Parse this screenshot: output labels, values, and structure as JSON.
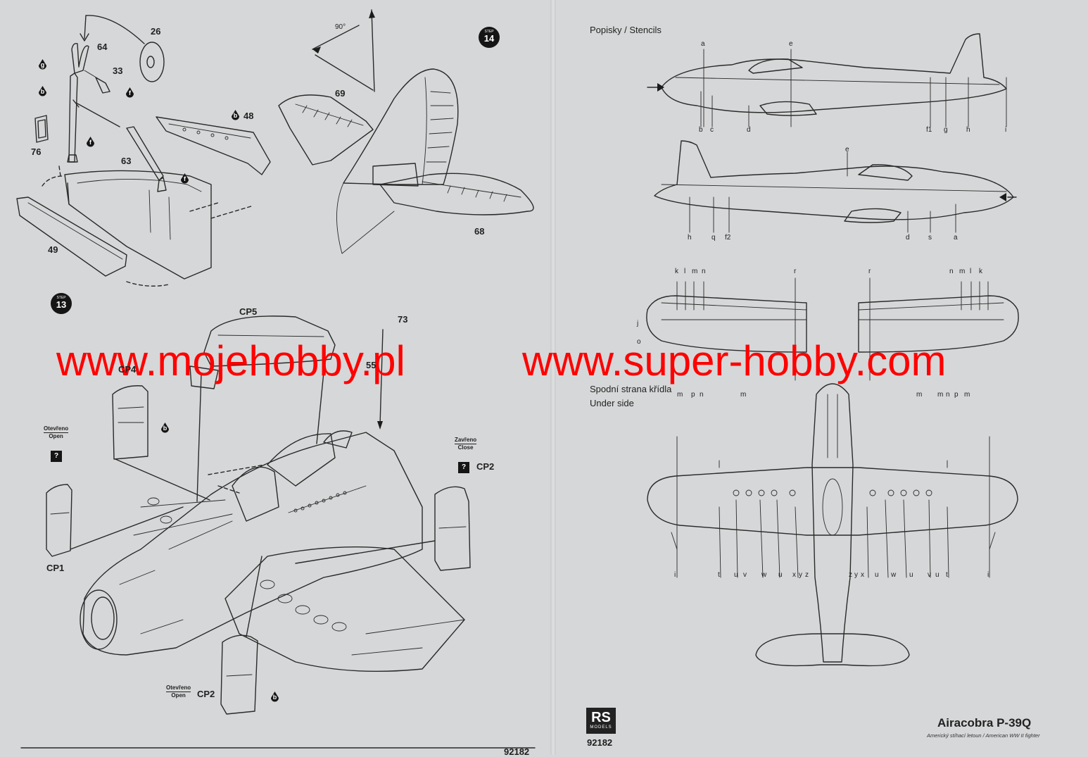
{
  "watermark": {
    "left": "www.mojehobby.pl",
    "right": "www.super-hobby.com",
    "color": "#ff0000"
  },
  "steps": {
    "step13": "13",
    "step14": "14",
    "word": "STEP"
  },
  "part_numbers": {
    "p26": "26",
    "p64": "64",
    "p33": "33",
    "p76": "76",
    "p63": "63",
    "p48": "48",
    "p49": "49",
    "p69": "69",
    "p68": "68",
    "p73": "73",
    "p55": "55",
    "cp5": "CP5",
    "cp1": "CP1",
    "cp2_right": "CP2",
    "cp2_bottom": "CP2",
    "cp4": "CP4"
  },
  "paint_codes": [
    "g",
    "b",
    "f",
    "f",
    "b",
    "f",
    "b",
    "b"
  ],
  "unknown_mark": "?",
  "angle": "90°",
  "door_states": {
    "open_cz": "Otevřeno",
    "open_en": "Open",
    "closed_cz": "Zavřeno",
    "closed_en": "Close"
  },
  "stencils": {
    "header": "Popisky / Stencils",
    "underside_cz": "Spodní strana křídla",
    "underside_en": "Under side",
    "side1_letters": [
      "a",
      "e",
      "b",
      "c",
      "d",
      "f1",
      "g",
      "h",
      "i"
    ],
    "side2_letters": [
      "e",
      "h",
      "q",
      "f2",
      "d",
      "s",
      "a"
    ],
    "wing_top_left": [
      "k",
      "l",
      "m",
      "n",
      "r"
    ],
    "wing_top_right": [
      "r",
      "n",
      "m",
      "l",
      "k"
    ],
    "wing_bottom_left": [
      "m",
      "p",
      "n",
      "m"
    ],
    "wing_bottom_right": [
      "m",
      "m",
      "n",
      "p",
      "m"
    ],
    "wing_side_letters": [
      "j",
      "o"
    ],
    "underside_letters": [
      "i",
      "t",
      "u",
      "v",
      "w",
      "u",
      "x",
      "y",
      "z",
      "z",
      "y",
      "x",
      "u",
      "w",
      "u",
      "v",
      "u",
      "t",
      "i"
    ]
  },
  "branding": {
    "logo": "RS",
    "logo_sub": "MODELS",
    "product_title": "Airacobra P-39Q",
    "product_subtitle": "Americký stíhací letoun / American WW II fighter",
    "code_right": "92182",
    "code_left": "92182"
  }
}
